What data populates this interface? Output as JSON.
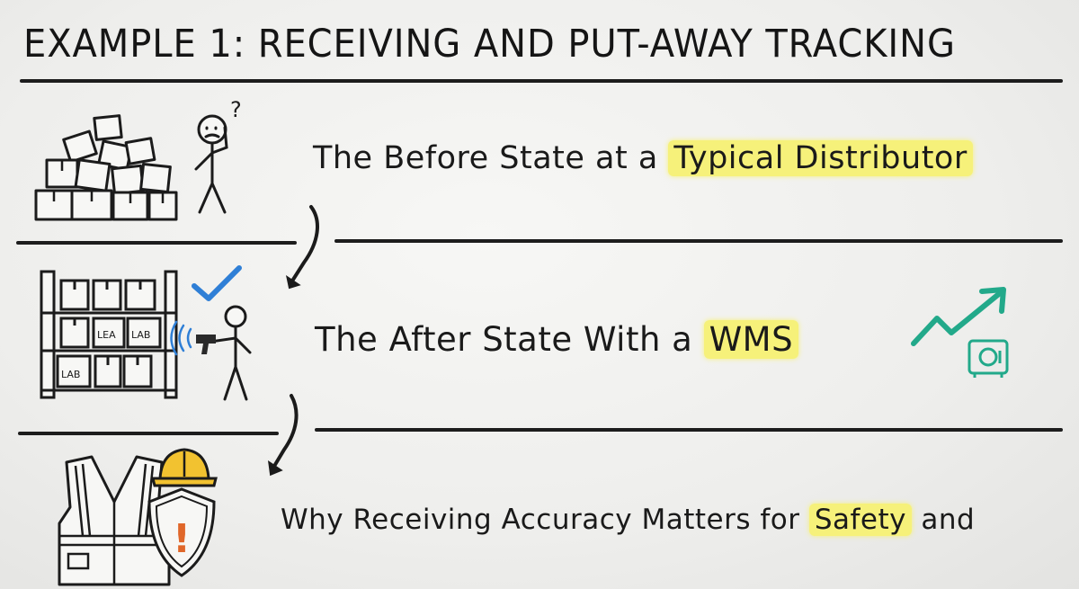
{
  "title": "EXAMPLE 1: RECEIVING AND PUT-AWAY TRACKING",
  "rows": [
    {
      "before": "The Before State at a ",
      "highlight": "Typical Distributor",
      "after": ""
    },
    {
      "before": "The After State With a ",
      "highlight": "WMS",
      "after": ""
    },
    {
      "before": "Why Receiving Accuracy Matters for ",
      "highlight": "Safety",
      "after": " and"
    }
  ],
  "icons": {
    "row1": [
      "box-pile-icon",
      "confused-person-icon",
      "question-mark-icon"
    ],
    "row2": [
      "warehouse-shelf-icon",
      "checkmark-icon",
      "scanner-person-icon",
      "trend-up-icon",
      "safe-icon"
    ],
    "row3": [
      "safety-vest-icon",
      "hard-hat-icon",
      "warning-shield-icon"
    ]
  },
  "shelf_labels": {
    "a": "LEA",
    "b": "LAB",
    "c": "LAB"
  },
  "question_mark": "?",
  "warning_mark": "!",
  "colors": {
    "ink": "#1b1b1b",
    "highlight": "#f6f17a",
    "check": "#2f7fd6",
    "trend": "#22a98a",
    "hat": "#f2c230",
    "warning": "#e0672a"
  }
}
